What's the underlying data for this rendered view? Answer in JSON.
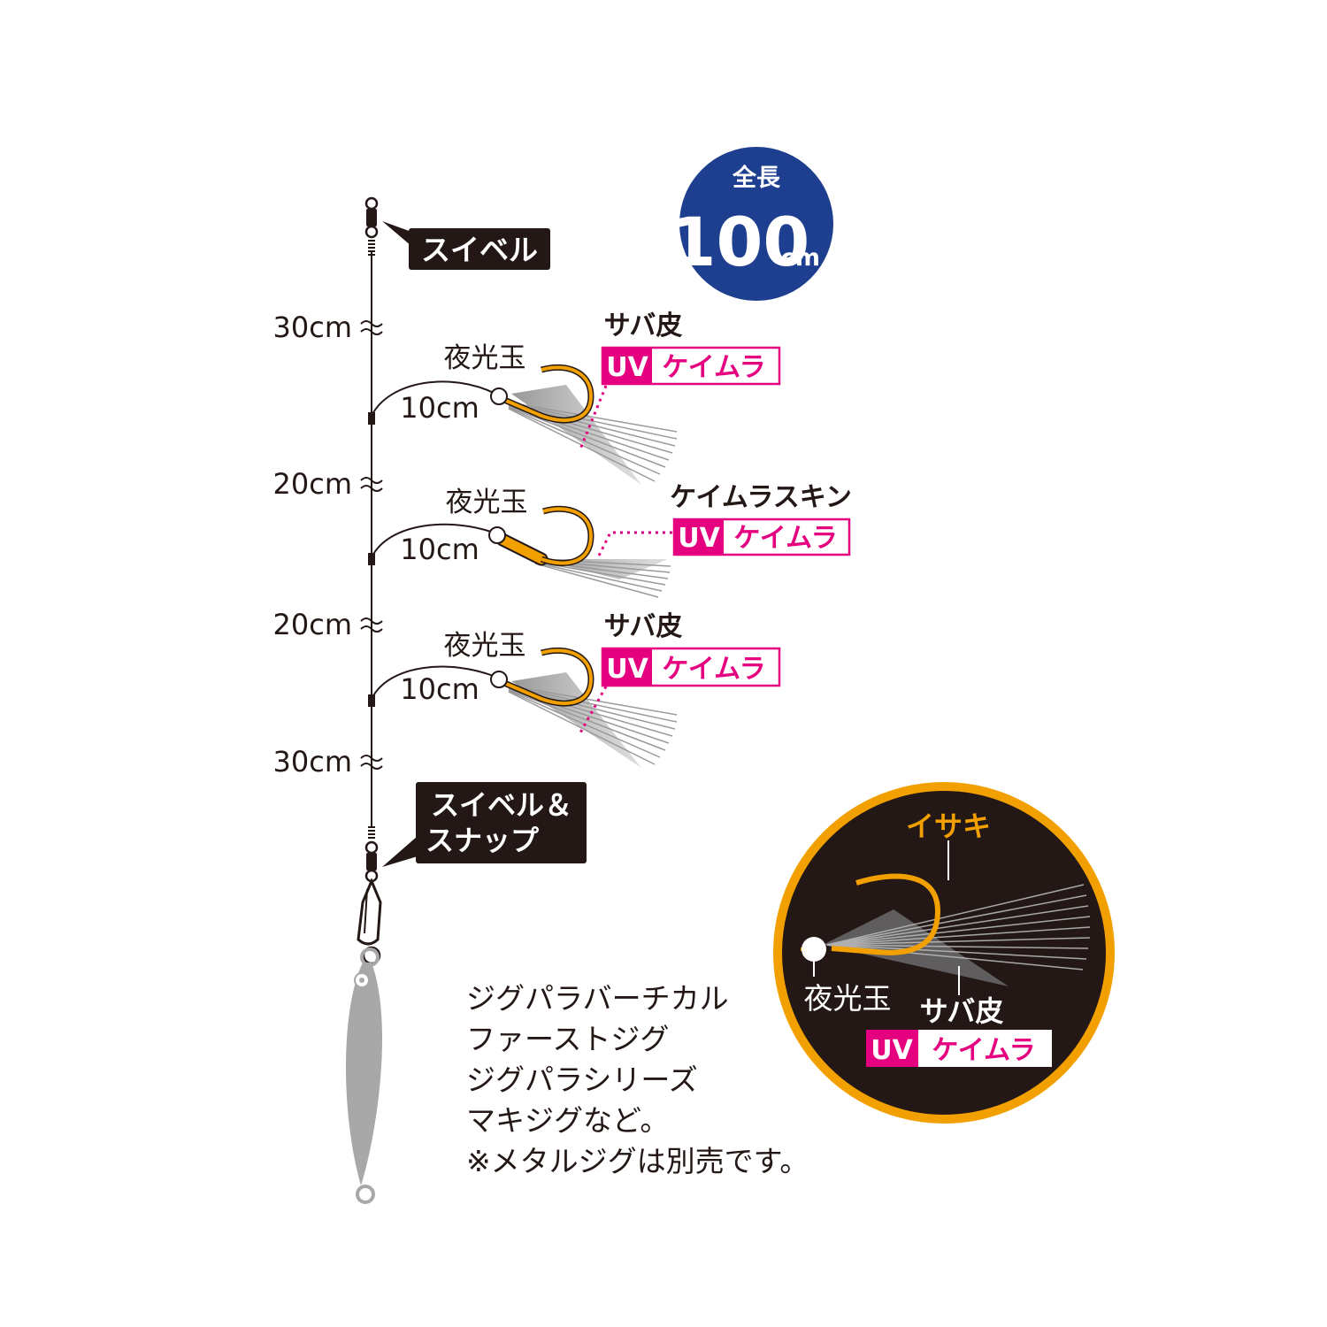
{
  "total_length": {
    "label": "全長",
    "value": "100",
    "unit": "cm"
  },
  "top_swivel": {
    "label": "スイベル"
  },
  "bottom_swivel": {
    "line1": "スイベル＆",
    "line2": "スナップ"
  },
  "segments": [
    "30cm",
    "20cm",
    "20cm",
    "30cm"
  ],
  "branches": [
    {
      "bead": "夜光玉",
      "length": "10cm",
      "material": "サバ皮",
      "uv": "UV",
      "brand": "ケイムラ"
    },
    {
      "bead": "夜光玉",
      "length": "10cm",
      "material": "ケイムラスキン",
      "uv": "UV",
      "brand": "ケイムラ"
    },
    {
      "bead": "夜光玉",
      "length": "10cm",
      "material": "サバ皮",
      "uv": "UV",
      "brand": "ケイムラ"
    }
  ],
  "detail": {
    "hook": "イサキ",
    "bead": "夜光玉",
    "material": "サバ皮",
    "uv": "UV",
    "brand": "ケイムラ"
  },
  "compatible_jigs": [
    "ジグパラバーチカル",
    "ファーストジグ",
    "ジグパラシリーズ",
    "マキジグなど。",
    "※メタルジグは別売です。"
  ],
  "colors": {
    "navy": "#1e3e8f",
    "magenta": "#e4007f",
    "orange": "#f2a000",
    "dark": "#231815"
  }
}
